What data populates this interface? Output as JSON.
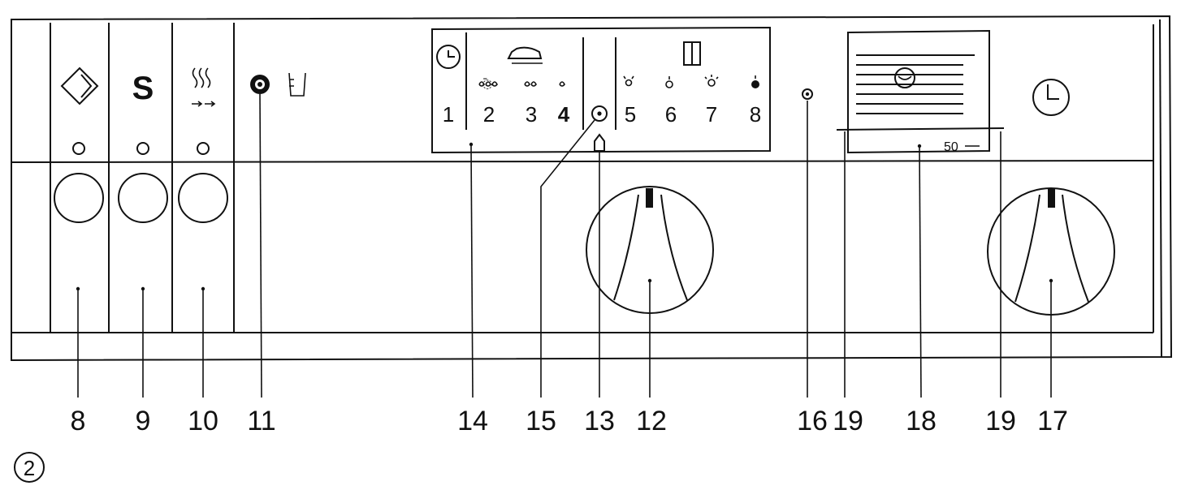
{
  "panel": {
    "buttons": [
      {
        "id": "8",
        "symbol": "start-diamond-icon"
      },
      {
        "id": "9",
        "symbol_text": "S"
      },
      {
        "id": "10",
        "symbol": "steam-icon"
      }
    ],
    "indicator_11_icon": "lamp-icon",
    "indicator_11_beaker_icon": "beaker-icon",
    "dial_scale": {
      "timer_label": "1",
      "iron_labels": [
        "2",
        "3",
        "4"
      ],
      "hanger_labels": [
        "5",
        "6",
        "7",
        "8"
      ],
      "icons": [
        "clock-icon",
        "iron-icon",
        "wardrobe-icon"
      ]
    },
    "timer_window_mark": "50",
    "clock_icon": "clock-icon"
  },
  "callouts": [
    "8",
    "9",
    "10",
    "11",
    "14",
    "15",
    "13",
    "12",
    "16",
    "19",
    "18",
    "19",
    "17"
  ],
  "figure_number": "2"
}
